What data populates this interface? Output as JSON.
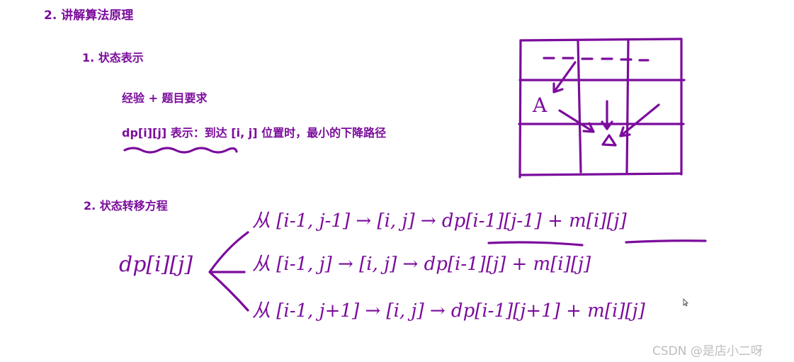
{
  "headings": {
    "main": "2. 讲解算法原理",
    "state_repr": "1. 状态表示",
    "state_transition": "2. 状态转移方程"
  },
  "state_repr": {
    "line1": "经验 + 题目要求",
    "line2": "dp[i][j] 表示：到达 [i, j] 位置时，最小的下降路径"
  },
  "diagram": {
    "grid_label": "A"
  },
  "equation": {
    "lhs": "dp[i][j]",
    "rows": [
      "从 [i-1, j-1] → [i, j] → dp[i-1][j-1] + m[i][j]",
      "从 [i-1, j] → [i, j] → dp[i-1][j] + m[i][j]",
      "从 [i-1, j+1] → [i, j] → dp[i-1][j+1] + m[i][j]"
    ]
  },
  "watermark": "CSDN @是店小二呀",
  "colors": {
    "accent": "#7b0c9c",
    "watermark": "#bdbdbd"
  }
}
